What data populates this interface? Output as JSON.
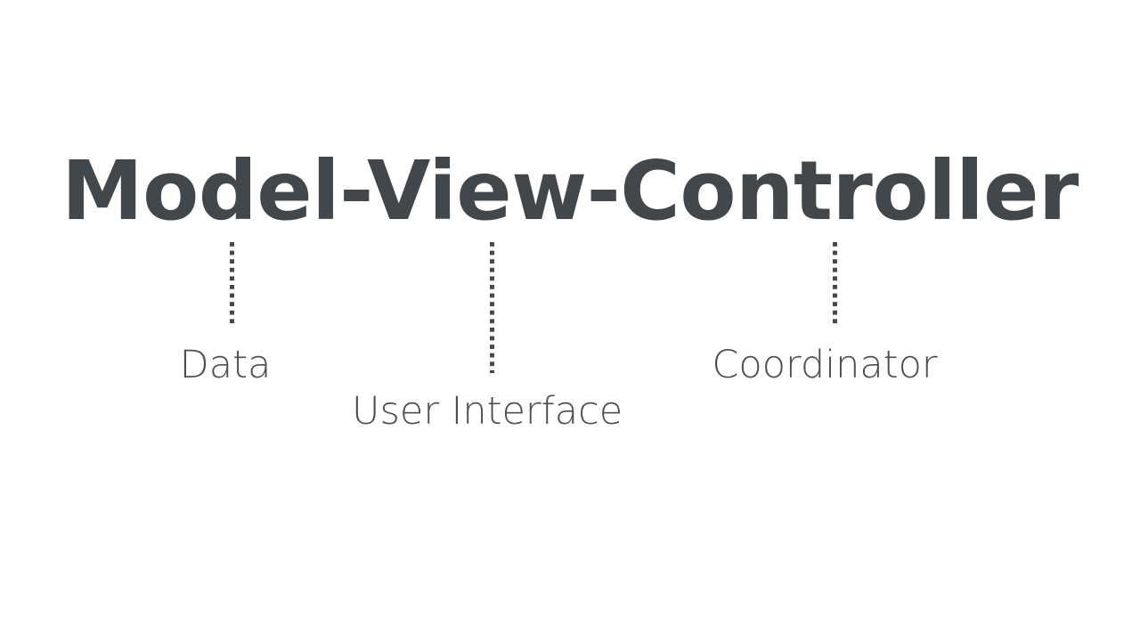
{
  "slide": {
    "background_color": "#ffffff",
    "text_color": "#42474b",
    "label_color": "#4a4f53",
    "connector_color": "#46494c"
  },
  "title": {
    "text": "Model-View-Controller"
  },
  "diagram": {
    "nodes": [
      {
        "id": "model",
        "term": "Model",
        "label": "Data",
        "connector": "dotted-vertical-line"
      },
      {
        "id": "view",
        "term": "View",
        "label": "User Interface",
        "connector": "dotted-vertical-line"
      },
      {
        "id": "controller",
        "term": "Controller",
        "label": "Coordinator",
        "connector": "dotted-vertical-line"
      }
    ]
  },
  "labels": {
    "data": "Data",
    "user_interface": "User Interface",
    "coordinator": "Coordinator"
  }
}
